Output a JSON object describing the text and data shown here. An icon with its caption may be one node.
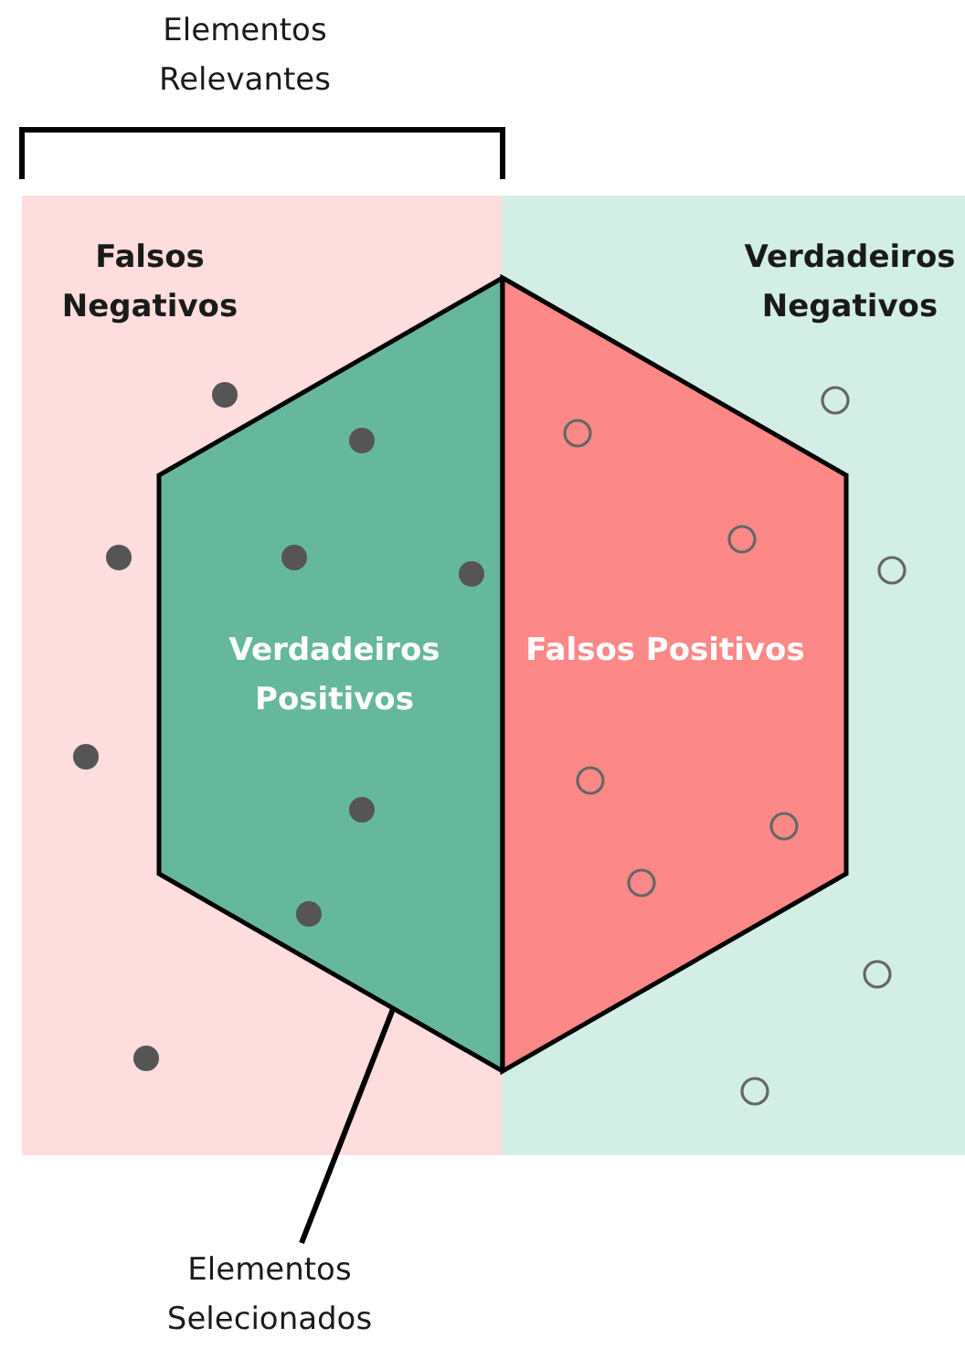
{
  "diagram": {
    "nodes": [
      {
        "text": [
          "Falsos Negativos"
        ]
      },
      {
        "text": [
          "Verdadeiros Negativos"
        ]
      },
      {
        "text": [
          "Verdadeiros Positivos"
        ],
        "in": 0
      },
      {
        "text": [
          "Falsos Positivos"
        ],
        "in": 1
      },
      {
        "text": [
          "Elementos Selecionados"
        ]
      }
    ],
    "edges": [
      {
        "from": 4,
        "to": 2,
        "arrow": "none"
      }
    ],
    "labels": [
      "Elementos Relevantes"
    ]
  }
}
